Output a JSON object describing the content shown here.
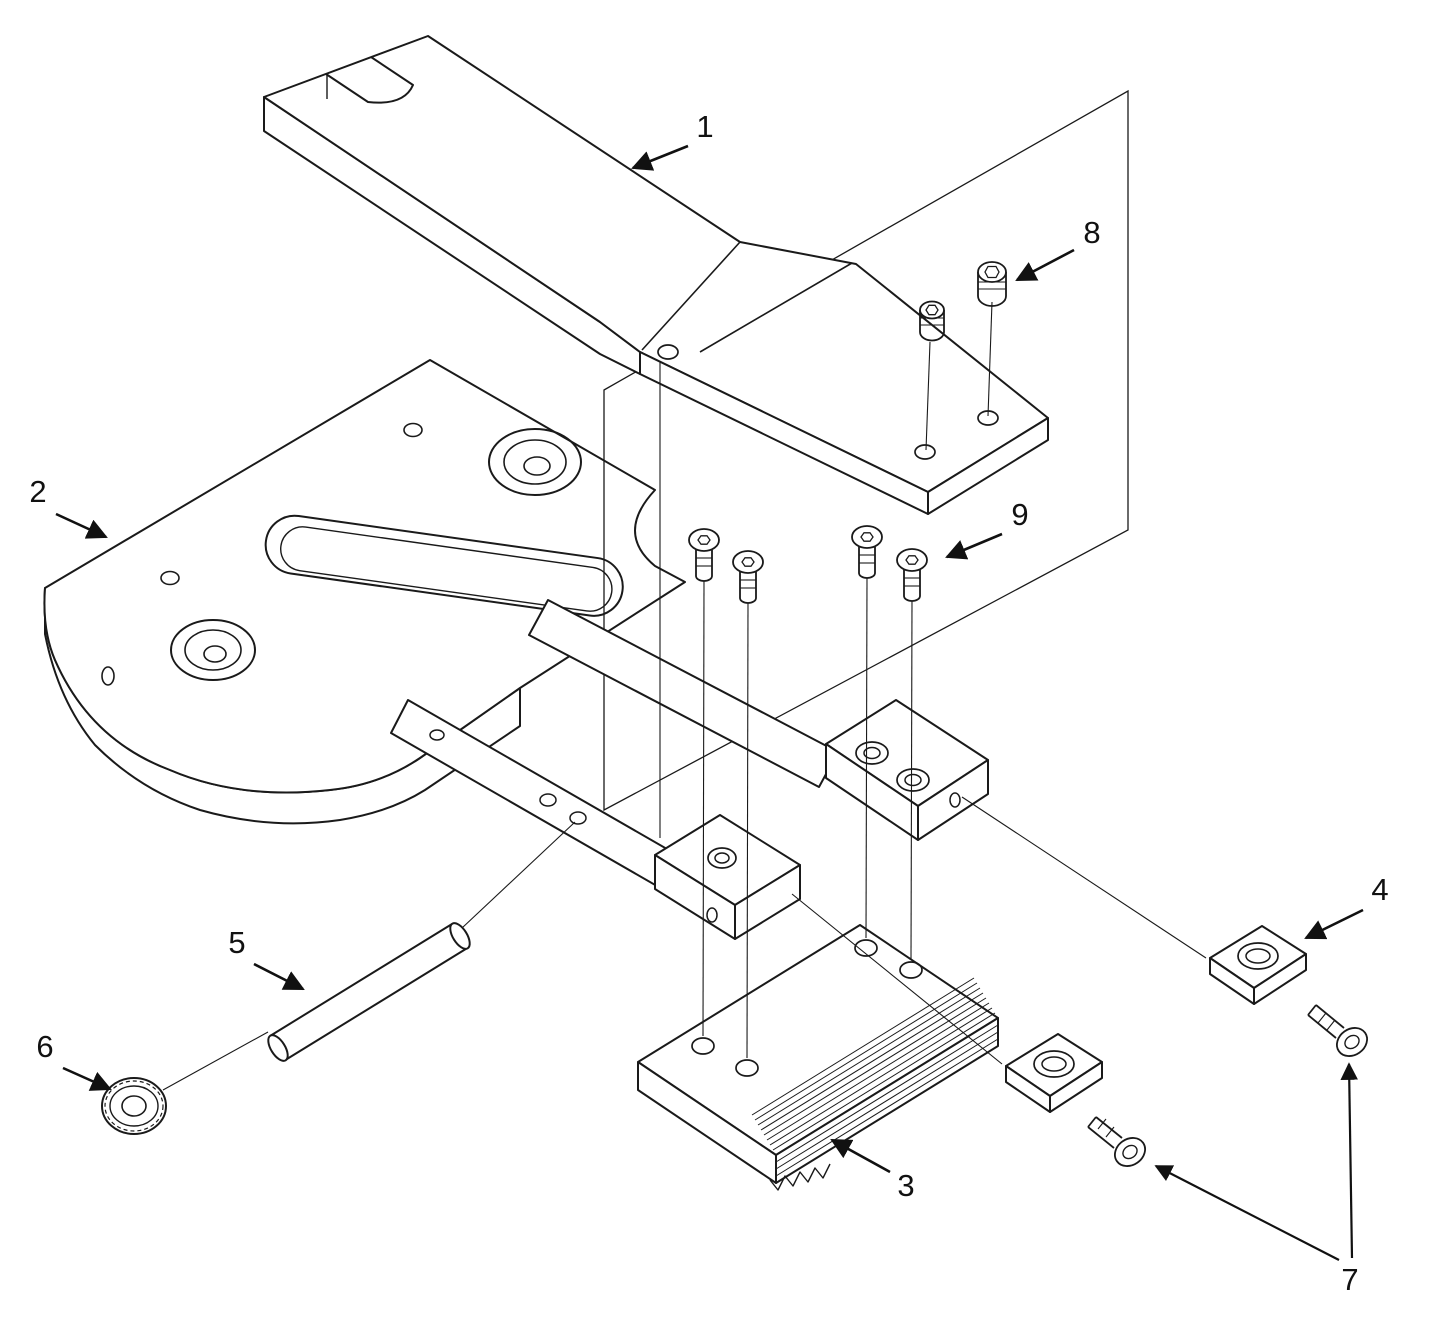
{
  "colors": {
    "background": "#ffffff",
    "line": "#1a1a1a",
    "label": "#111111"
  },
  "callouts": {
    "c1": {
      "label": "1"
    },
    "c2": {
      "label": "2"
    },
    "c3": {
      "label": "3"
    },
    "c4": {
      "label": "4"
    },
    "c5": {
      "label": "5"
    },
    "c6": {
      "label": "6"
    },
    "c7": {
      "label": "7"
    },
    "c8": {
      "label": "8"
    },
    "c9": {
      "label": "9"
    }
  }
}
